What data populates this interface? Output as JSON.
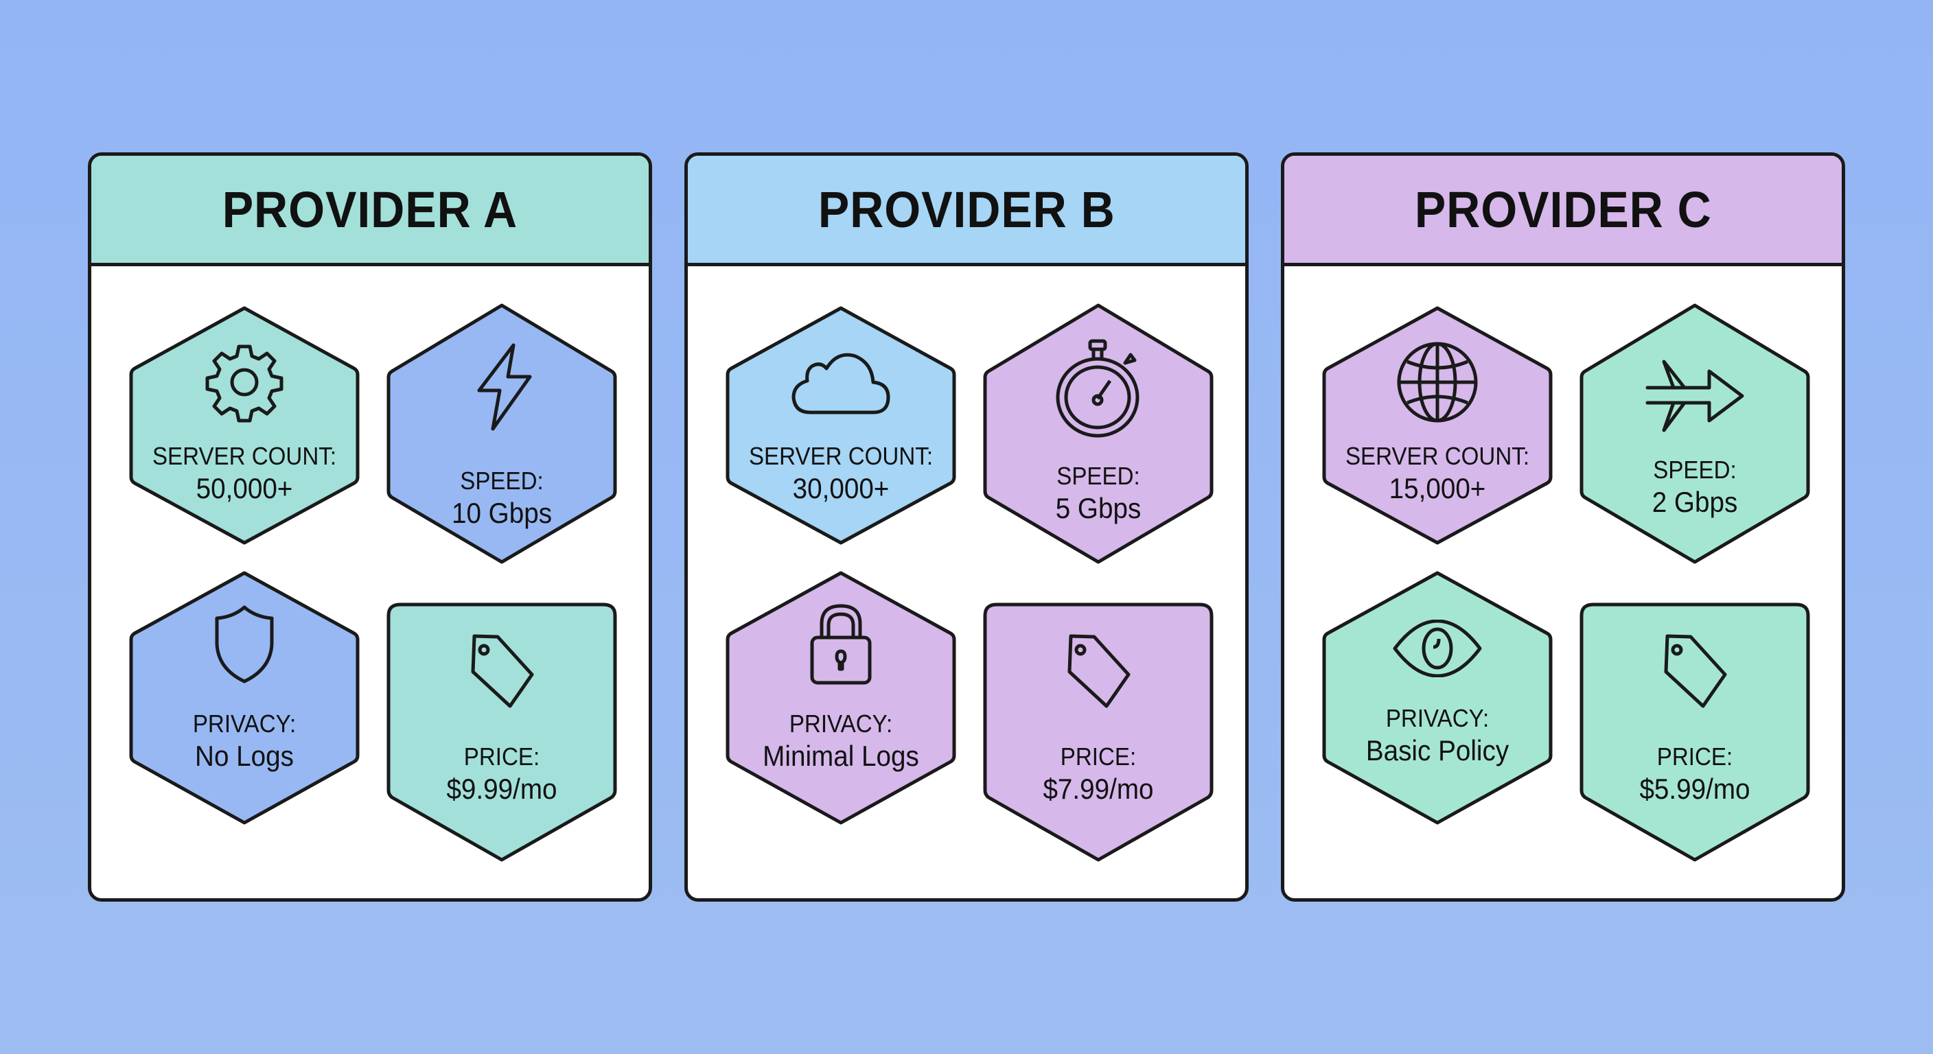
{
  "background_color": "#95b6f4",
  "providers": [
    {
      "name": "PROVIDER A",
      "header_color": "#a3e0da",
      "tiles": {
        "server": {
          "label": "SERVER COUNT:",
          "value": "50,000+",
          "icon": "gear-icon",
          "color": "#a3e0da"
        },
        "speed": {
          "label": "SPEED:",
          "value": "10 Gbps",
          "icon": "lightning-bolt-icon",
          "color": "#97b8f2"
        },
        "privacy": {
          "label": "PRIVACY:",
          "value": "No Logs",
          "icon": "shield-icon",
          "color": "#97b8f2"
        },
        "price": {
          "label": "PRICE:",
          "value": "$9.99/mo",
          "icon": "price-tag-icon",
          "color": "#a3e0da"
        }
      }
    },
    {
      "name": "PROVIDER B",
      "header_color": "#a6d5f5",
      "tiles": {
        "server": {
          "label": "SERVER COUNT:",
          "value": "30,000+",
          "icon": "cloud-icon",
          "color": "#a6d5f5"
        },
        "speed": {
          "label": "SPEED:",
          "value": "5 Gbps",
          "icon": "stopwatch-icon",
          "color": "#d6b8ea"
        },
        "privacy": {
          "label": "PRIVACY:",
          "value": "Minimal Logs",
          "icon": "padlock-icon",
          "color": "#d6b8ea"
        },
        "price": {
          "label": "PRICE:",
          "value": "$7.99/mo",
          "icon": "price-tag-icon",
          "color": "#d6b8ea"
        }
      }
    },
    {
      "name": "PROVIDER C",
      "header_color": "#d6b8ea",
      "tiles": {
        "server": {
          "label": "SERVER COUNT:",
          "value": "15,000+",
          "icon": "globe-icon",
          "color": "#d6b8ea"
        },
        "speed": {
          "label": "SPEED:",
          "value": "2 Gbps",
          "icon": "airplane-arrow-icon",
          "color": "#a5e6d3"
        },
        "privacy": {
          "label": "PRIVACY:",
          "value": "Basic Policy",
          "icon": "eye-icon",
          "color": "#a5e6d3"
        },
        "price": {
          "label": "PRICE:",
          "value": "$5.99/mo",
          "icon": "price-tag-icon",
          "color": "#a5e6d3"
        }
      }
    }
  ]
}
